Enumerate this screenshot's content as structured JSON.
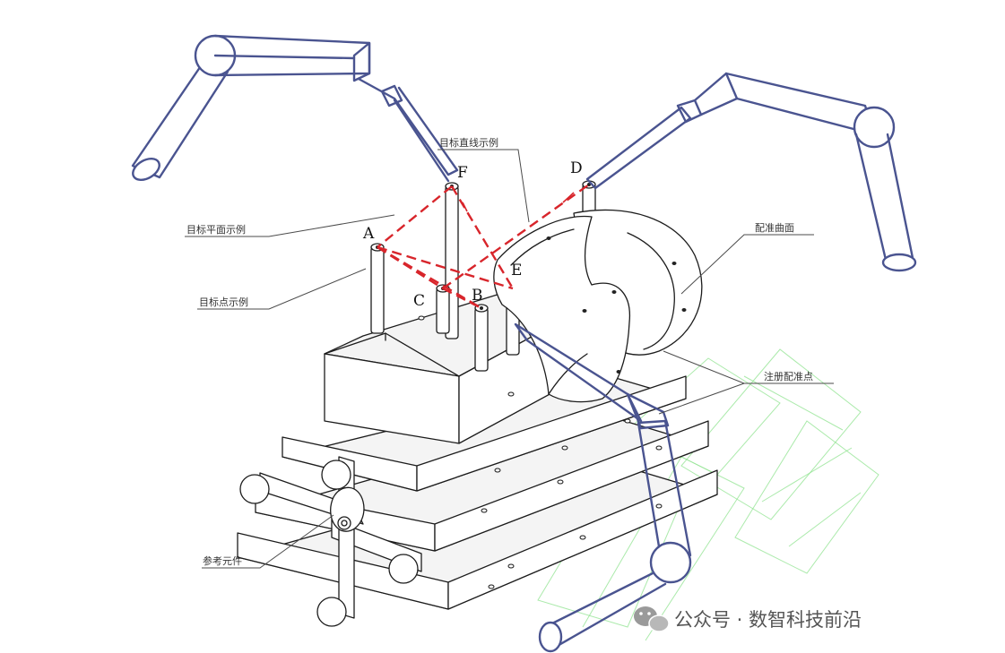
{
  "labels": {
    "target_line": "目标直线示例",
    "target_plane": "目标平面示例",
    "target_point": "目标点示例",
    "registration_surface": "配准曲面",
    "registration_points": "注册配准点",
    "reference_element": "参考元件"
  },
  "points": {
    "a": "A",
    "b": "B",
    "c": "C",
    "d": "D",
    "e": "E",
    "f": "F"
  },
  "watermark": {
    "text": "公众号 · 数智科技前沿",
    "icon": "wechat-icon"
  },
  "colors": {
    "arm": "#4a5490",
    "target_dashes": "#d8252b",
    "watermark_pattern": "#8fe38f"
  }
}
